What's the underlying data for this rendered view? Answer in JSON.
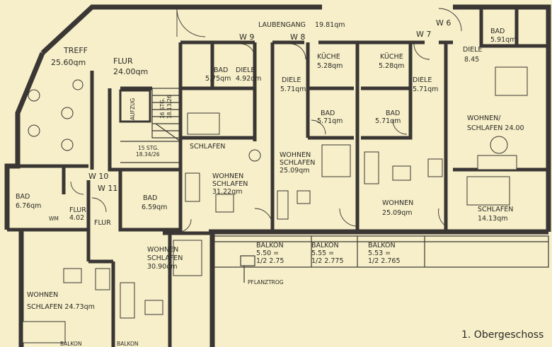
{
  "caption": "1. Obergeschoss",
  "labels": {
    "laubengang": "LAUBENGANG",
    "laubengang_area": "19.81qm",
    "treff": "TREFF",
    "treff_area": "25.60qm",
    "flur_main": "FLUR",
    "flur_main_area": "24.00qm",
    "aufzug": "AUFZUG",
    "stair_up": "16 STG.",
    "stair_up_dim": "18.13/26",
    "stair_down": "15 STG.",
    "stair_down_dim": "18.34/26",
    "w9": "W 9",
    "w8": "W 8",
    "w7": "W 7",
    "w6": "W 6",
    "w10": "W 10",
    "w11": "W 11",
    "bad_w9": "BAD",
    "bad_w9_area": "5.75qm",
    "diele_w9": "DIELE",
    "diele_w9_area": "4.92qm",
    "schlafen_w9": "SCHLAFEN",
    "wohnen_w9": "WOHNEN",
    "schlafen_w9b": "SCHLAFEN",
    "wohnen_w9_area": "31.22qm",
    "kueche_w8": "KÜCHE",
    "kueche_w8_area": "5.28qm",
    "diele_w8": "DIELE",
    "diele_w8_area": "5.71qm",
    "bad_w8": "BAD",
    "bad_w8_area": "5.71qm",
    "wohnen_w8": "WOHNEN",
    "schlafen_w8": "SCHLAFEN",
    "wohnen_w8_area": "25.09qm",
    "kueche_w7": "KÜCHE",
    "kueche_w7_area": "5.28qm",
    "diele_w7": "DIELE",
    "diele_w7_area": "5.71qm",
    "bad_w7": "BAD",
    "bad_w7_area": "5.71qm",
    "wohnen_w7": "WOHNEN",
    "wohnen_w7_area": "25.09qm",
    "bad_w6": "BAD",
    "bad_w6_area": "5.91qm",
    "diele_w6": "DIELE",
    "diele_w6_area": "8.45",
    "wohnen_w6": "WOHNEN/",
    "wohnen_w6_b": "SCHLAFEN 24.00",
    "schlafen_w6": "SCHLAFEN",
    "schlafen_w6_area": "14.13qm",
    "bad_w10": "BAD",
    "bad_w10_area": "6.76qm",
    "flur_w10": "FLUR",
    "flur_w10_area": "4.02",
    "wm": "WM",
    "wohnen_w10": "WOHNEN",
    "wohnen_w10_area": "SCHLAFEN  24.73qm",
    "flur_w11": "FLUR",
    "bad_w11": "BAD",
    "bad_w11_area": "6.59qm",
    "wohnen_w11": "WOHNEN",
    "wohnen_w11_b": "SCHLAFEN",
    "wohnen_w11_area": "30.90qm",
    "balkon1": "BALKON",
    "balkon1_a": "5.50  =",
    "balkon1_b": "1/2  2.75",
    "balkon2": "BALKON",
    "balkon2_a": "5.55  =",
    "balkon2_b": "1/2  2.775",
    "balkon3": "BALKON",
    "balkon3_a": "5.53  =",
    "balkon3_b": "1/2  2.765",
    "pflanztrog": "PFLANZTROG",
    "balkon_bottom1": "BALKON",
    "balkon_bottom2": "BALKON"
  }
}
